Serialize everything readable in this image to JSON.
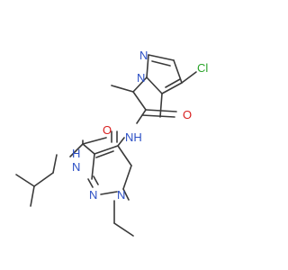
{
  "molecule": {
    "colors": {
      "bond": "#3a3a3a",
      "N": "#2b4fc5",
      "O": "#d81e1e",
      "Cl": "#29a329",
      "background": "#ffffff"
    },
    "atoms": [
      {
        "id": "Cl",
        "element": "Cl",
        "text": "Cl"
      },
      {
        "id": "N_pz2_a",
        "element": "N",
        "text": "N"
      },
      {
        "id": "N_pz2_b",
        "element": "N",
        "text": "N"
      },
      {
        "id": "O_amide2",
        "element": "O",
        "text": "O"
      },
      {
        "id": "NH_amide2",
        "element": "N",
        "text": "NH"
      },
      {
        "id": "O_amide1",
        "element": "O",
        "text": "O"
      },
      {
        "id": "H_amide1",
        "element": "H",
        "text": "H"
      },
      {
        "id": "N_amide1",
        "element": "N",
        "text": "N"
      },
      {
        "id": "N_pz1_a",
        "element": "N",
        "text": "N"
      },
      {
        "id": "N_pz1_b",
        "element": "N",
        "text": "N"
      }
    ]
  }
}
